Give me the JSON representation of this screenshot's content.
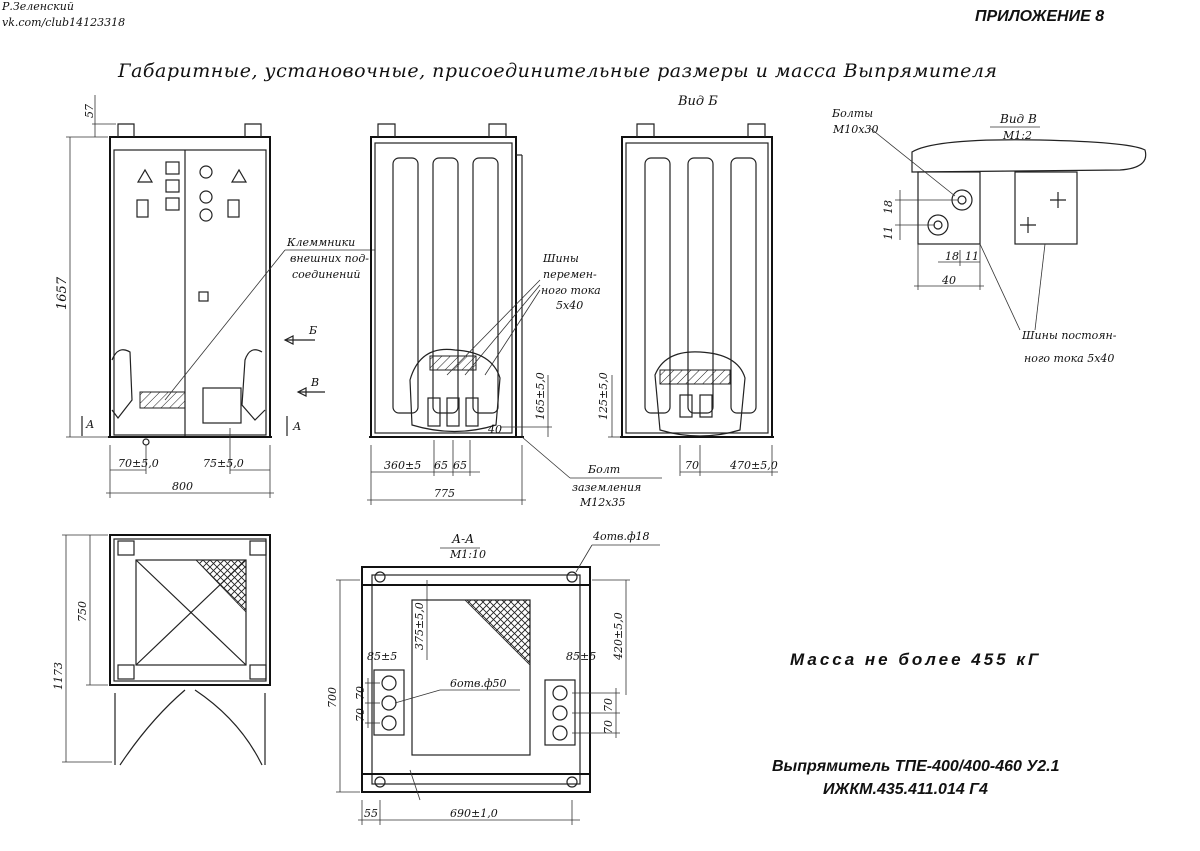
{
  "author": {
    "name": "Р.Зеленский",
    "link": "vk.com/club14123318"
  },
  "appendix": "ПРИЛОЖЕНИЕ 8",
  "title": "Габаритные, установочные, присоединительные размеры и масса Выпрямителя",
  "view_b_label": "Вид Б",
  "view_v": {
    "title": "Вид В",
    "scale": "M1:2"
  },
  "section_aa": {
    "title": "А-А",
    "scale": "M1:10"
  },
  "callouts": {
    "bolts": "Болты",
    "bolts_spec": "М10х30",
    "terminals_1": "Клеммники",
    "terminals_2": "внешних под-",
    "terminals_3": "соединений",
    "ac_bus_1": "Шины",
    "ac_bus_2": "перемен-",
    "ac_bus_3": "ного тока",
    "ac_bus_4": "5х40",
    "dc_bus_1": "Шины постоян-",
    "dc_bus_2": "ного тока 5х40",
    "ground_1": "Болт",
    "ground_2": "заземления",
    "ground_3": "М12х35",
    "holes_4": "4отв.ф18",
    "holes_6": "6отв.ф50",
    "arrow_b": "Б",
    "arrow_v": "В",
    "arrow_a": "А"
  },
  "dimensions": {
    "d57": "57",
    "d1657": "1657",
    "d70a": "70±5,0",
    "d75": "75±5,0",
    "d800": "800",
    "d360": "360±5",
    "d65a": "65",
    "d65b": "65",
    "d775": "775",
    "d165": "165±5,0",
    "d40a": "40",
    "d125": "125±5,0",
    "d70b": "70",
    "d470": "470±5,0",
    "d11": "11",
    "d18a": "18",
    "d18b": "18",
    "d11b": "11",
    "d40b": "40",
    "d750": "750",
    "d1173": "1173",
    "d700": "700",
    "d375": "375±5,0",
    "d85a": "85±5",
    "d85b": "85±5",
    "d70c": "70",
    "d70d": "70",
    "d70e": "70",
    "d70f": "70",
    "d420": "420±5,0",
    "d55": "55",
    "d690": "690±1,0"
  },
  "mass": "Масса не более 455 кГ",
  "product_line1": "Выпрямитель ТПЕ-400/400-460 У2.1",
  "product_line2": "ИЖКМ.435.411.014 Г4"
}
